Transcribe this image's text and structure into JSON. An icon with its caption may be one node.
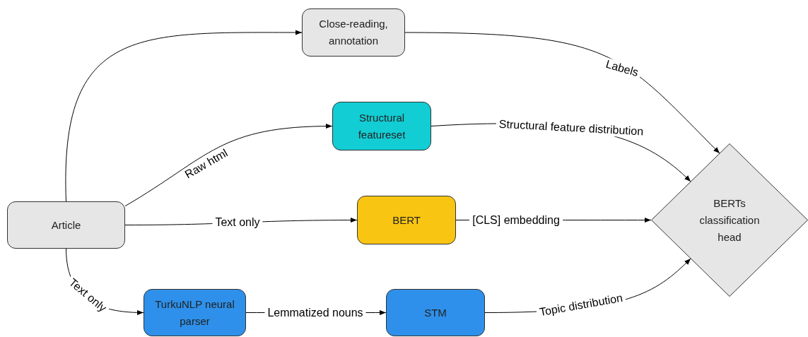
{
  "diagram": {
    "nodes": [
      {
        "text": [
          "Close-reading, annotation"
        ]
      },
      {
        "text": [
          "Structural featureset"
        ]
      },
      {
        "text": [
          "Article"
        ]
      },
      {
        "text": [
          "BERT"
        ]
      },
      {
        "text": [
          "BERTs classification head"
        ]
      },
      {
        "text": [
          "TurkuNLP neural parser"
        ]
      },
      {
        "text": [
          "STM"
        ]
      }
    ],
    "edges": [
      {
        "from": 2,
        "to": 0,
        "arrow": "to"
      },
      {
        "from": 0,
        "to": 4,
        "arrow": "to",
        "label": "Labels"
      },
      {
        "from": 2,
        "to": 1,
        "arrow": "to",
        "label": "Raw html"
      },
      {
        "from": 1,
        "to": 4,
        "arrow": "to",
        "label": "Structural feature distribution"
      },
      {
        "from": 2,
        "to": 3,
        "arrow": "to",
        "label": "Text only"
      },
      {
        "from": 3,
        "to": 4,
        "arrow": "to",
        "label": "[CLS] embedding"
      },
      {
        "from": 2,
        "to": 5,
        "arrow": "to",
        "label": "Text only"
      },
      {
        "from": 5,
        "to": 6,
        "arrow": "to",
        "label": "Lemmatized nouns"
      },
      {
        "from": 6,
        "to": 4,
        "arrow": "to",
        "label": "Topic distribution"
      }
    ]
  }
}
